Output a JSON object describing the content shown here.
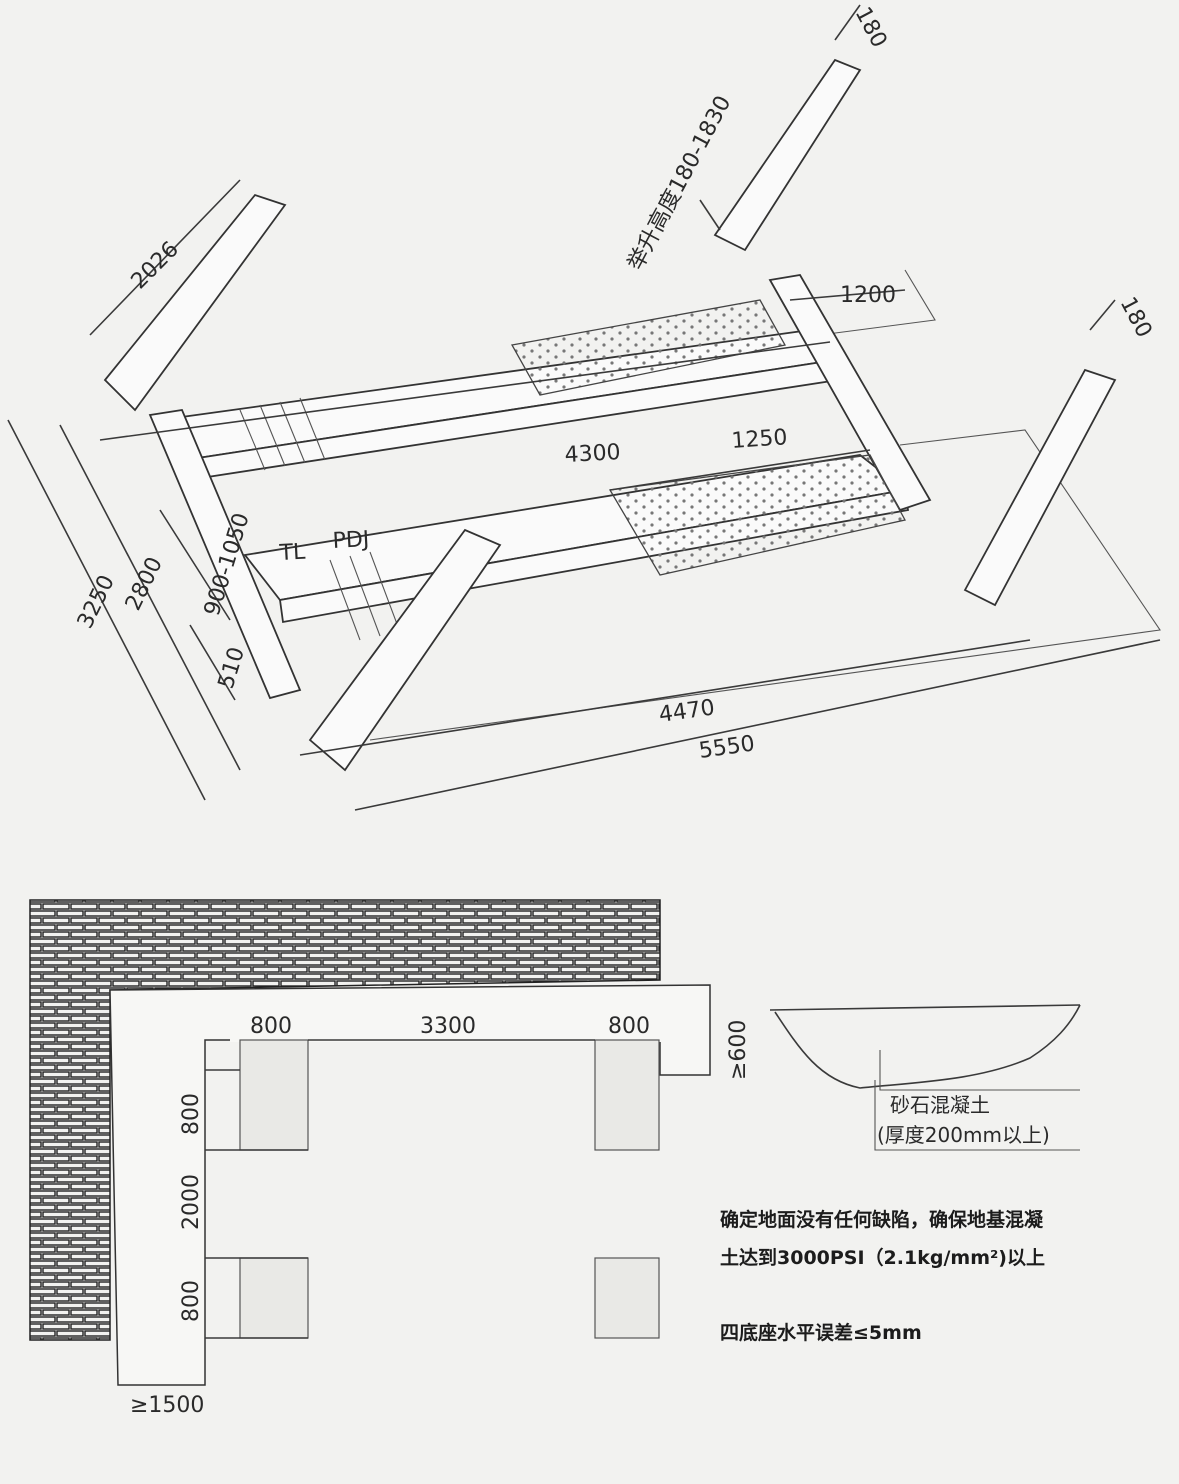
{
  "lift_view": {
    "post_height": "2026",
    "lift_height": "举升高度180-1830",
    "post_width_rear": "180",
    "post_width_right": "180",
    "ramp_length": "1200",
    "platform_length": "4300",
    "plate_length": "1250",
    "outer_width": "3250",
    "inner_width": "2800",
    "runway_gap": "900-1050",
    "runway_width": "510",
    "base_length": "4470",
    "overall_length": "5550",
    "label_tl": "TL",
    "label_pdj": "PDJ"
  },
  "plan_view": {
    "foot_width_left": "800",
    "span": "3300",
    "foot_width_right": "800",
    "clearance_right": "≥600",
    "foot_depth_top": "800",
    "post_spacing": "2000",
    "foot_depth_bottom": "800",
    "clearance_bottom": "≥1500"
  },
  "section": {
    "material": "砂石混凝土",
    "thickness": "(厚度200mm以上)"
  },
  "notes": {
    "line1": "确定地面没有任何缺陷，确保地基混凝",
    "line2": "土达到3000PSI（2.1kg/mm²)以上",
    "line3": "四底座水平误差≤5mm"
  },
  "colors": {
    "paper": "#f2f2f0",
    "ink": "#2a2a2a",
    "plate_fill": "#e9e9e6"
  }
}
